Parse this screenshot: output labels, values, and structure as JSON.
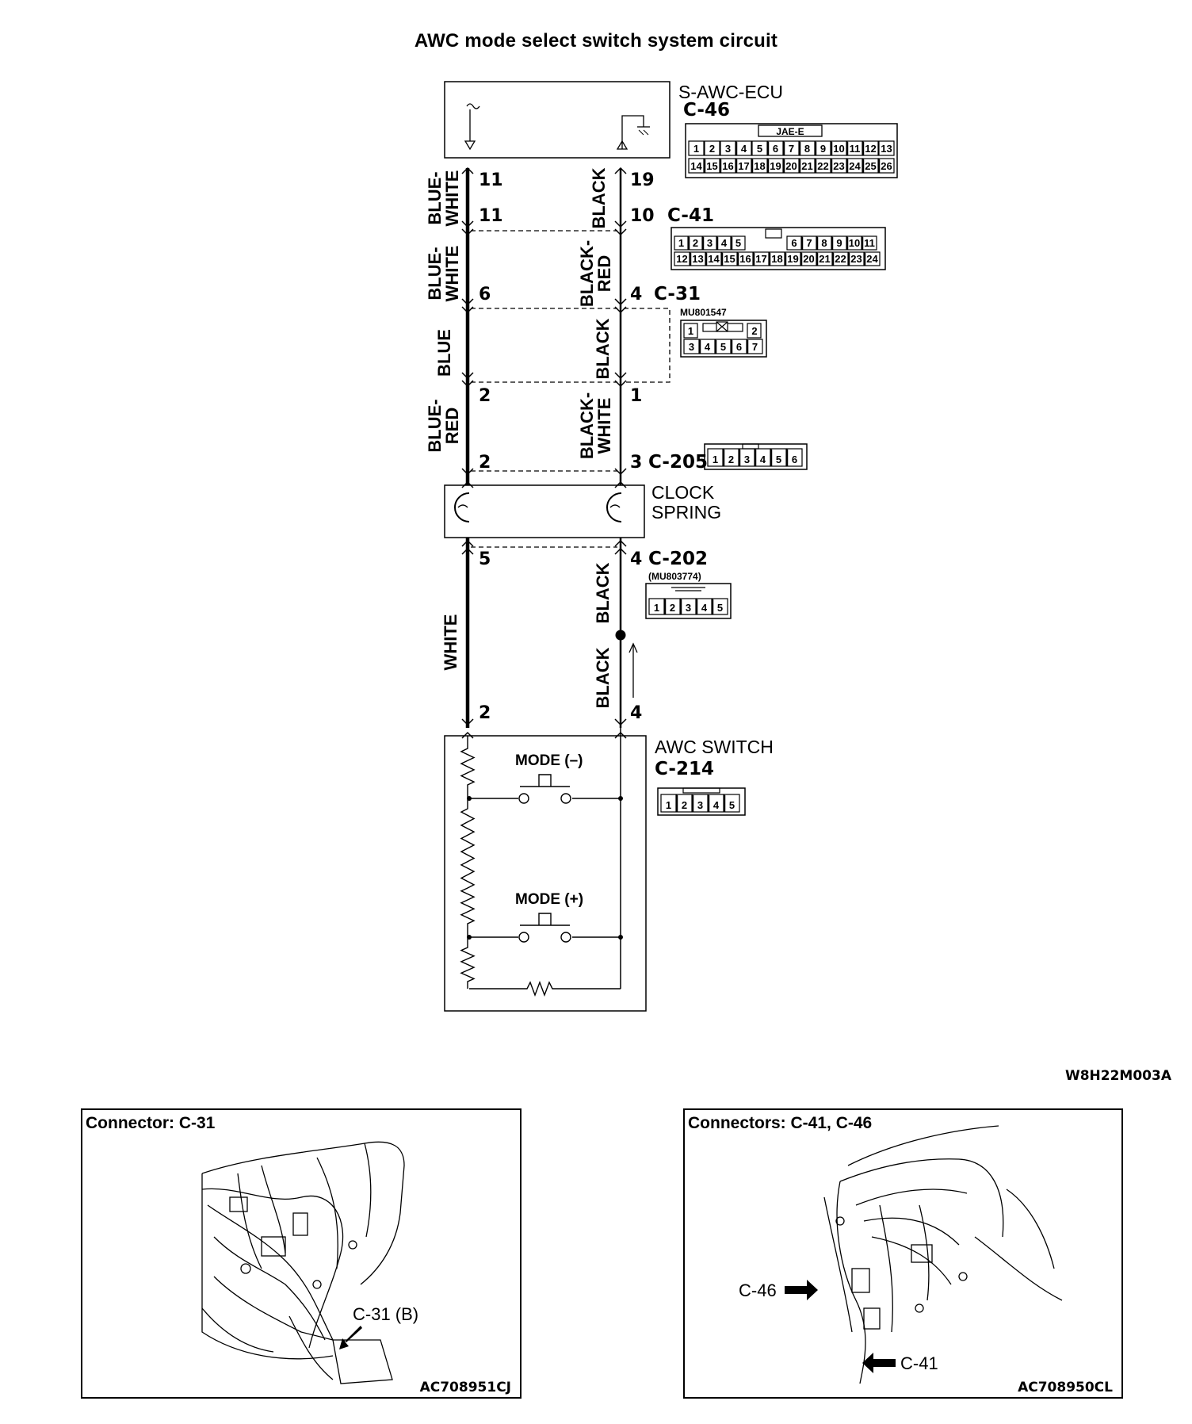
{
  "title": "AWC mode select switch system circuit",
  "components": {
    "ecu": {
      "name": "S-AWC-ECU",
      "connector": "C-46",
      "keyed_label": "JAE-E"
    },
    "c41": {
      "connector": "C-41"
    },
    "c31": {
      "connector": "C-31",
      "part": "MU801547"
    },
    "c205": {
      "connector": "C-205"
    },
    "clock_spring": {
      "line1": "CLOCK",
      "line2": "SPRING"
    },
    "c202": {
      "connector": "C-202",
      "part": "(MU803774)"
    },
    "awc_switch": {
      "name": "AWC SWITCH",
      "connector": "C-214",
      "mode_minus": "MODE (–)",
      "mode_plus": "MODE (+)"
    }
  },
  "connector_faces": {
    "c46_top": [
      "1",
      "2",
      "3",
      "4",
      "5",
      "6",
      "7",
      "8",
      "9",
      "10",
      "11",
      "12",
      "13"
    ],
    "c46_bottom": [
      "14",
      "15",
      "16",
      "17",
      "18",
      "19",
      "20",
      "21",
      "22",
      "23",
      "24",
      "25",
      "26"
    ],
    "c41_top_left": [
      "1",
      "2",
      "3",
      "4",
      "5"
    ],
    "c41_top_right": [
      "6",
      "7",
      "8",
      "9",
      "10",
      "11"
    ],
    "c41_bottom": [
      "12",
      "13",
      "14",
      "15",
      "16",
      "17",
      "18",
      "19",
      "20",
      "21",
      "22",
      "23",
      "24"
    ],
    "c31_top": [
      "1",
      "2"
    ],
    "c31_bottom": [
      "3",
      "4",
      "5",
      "6",
      "7"
    ],
    "c205": [
      "1",
      "2",
      "3",
      "4",
      "5",
      "6"
    ],
    "c202": [
      "1",
      "2",
      "3",
      "4",
      "5"
    ],
    "c214": [
      "1",
      "2",
      "3",
      "4",
      "5"
    ]
  },
  "wires": {
    "left_seg1": "BLUE-\nWHITE",
    "left_seg2": "BLUE-\nWHITE",
    "left_seg3": "BLUE",
    "left_seg4": "BLUE-\nRED",
    "left_seg5": "WHITE",
    "right_seg1": "BLACK",
    "right_seg2": "BLACK-\nRED",
    "right_seg3": "BLACK",
    "right_seg4": "BLACK-\nWHITE",
    "right_seg5": "BLACK",
    "right_seg6": "BLACK"
  },
  "pins": {
    "ecu_left": "11",
    "ecu_right": "19",
    "c41_left": "11",
    "c41_right": "10",
    "c31_left": "6",
    "c31_right": "4",
    "c31b_left": "2",
    "c31b_right": "1",
    "c205_left": "2",
    "c205_right": "3",
    "c202_left": "5",
    "c202_right": "4",
    "sw_left": "2",
    "sw_right": "4"
  },
  "diagram_code": "W8H22M003A",
  "location_views": [
    {
      "title": "Connector: C-31",
      "callout": "C-31 (B)",
      "code": "AC708951CJ"
    },
    {
      "title": "Connectors: C-41, C-46",
      "callout_1": "C-46",
      "callout_2": "C-41",
      "code": "AC708950CL"
    }
  ]
}
